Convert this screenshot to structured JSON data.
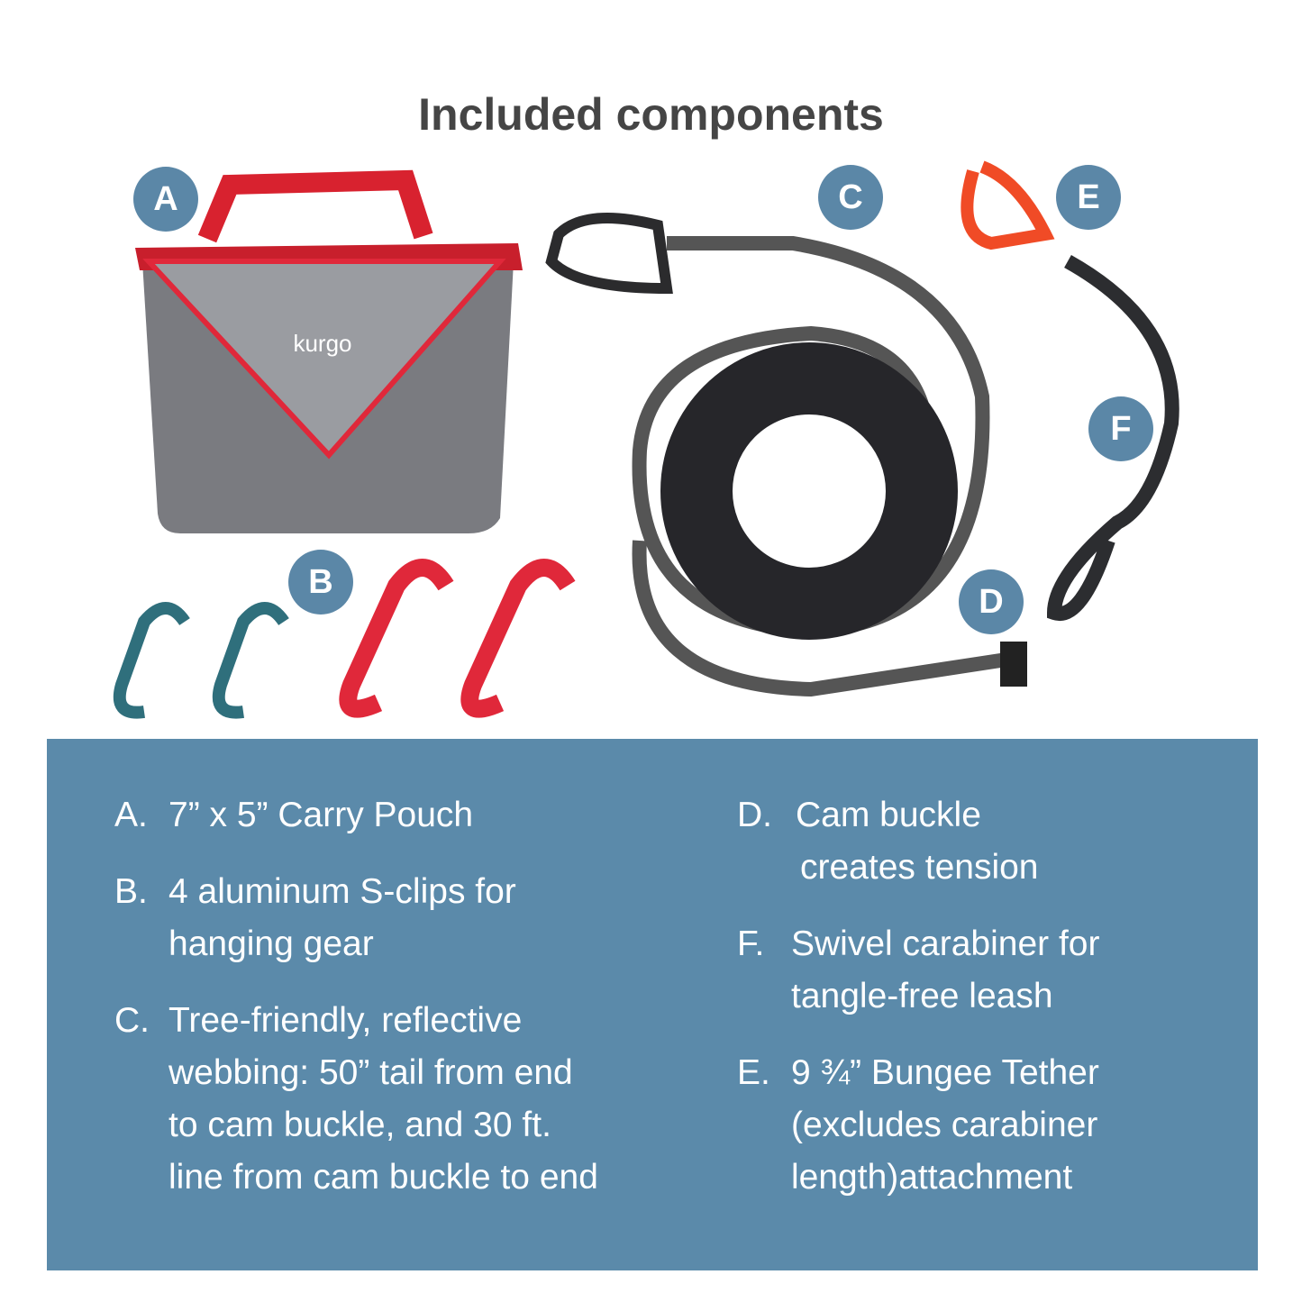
{
  "title": "Included components",
  "badges": [
    "A",
    "B",
    "C",
    "D",
    "E",
    "F"
  ],
  "brand_logo_text": "kurgo",
  "colors": {
    "panel": "#5b8aaa",
    "badge": "#5b87a7",
    "accent_red": "#e0283a",
    "teal": "#2f6f7c"
  },
  "items": [
    {
      "letter": "A.",
      "lines": [
        "7” x 5” Carry Pouch"
      ]
    },
    {
      "letter": "B.",
      "lines": [
        "4 aluminum S-clips for",
        "hanging gear"
      ]
    },
    {
      "letter": "C.",
      "lines": [
        "Tree-friendly, reflective",
        "webbing: 50” tail from end",
        "to cam buckle, and 30 ft.",
        "line from cam buckle to end"
      ]
    },
    {
      "letter": "D.",
      "lines": [
        "Cam buckle",
        "creates tension"
      ]
    },
    {
      "letter": "F.",
      "lines": [
        "Swivel carabiner for",
        "tangle-free leash"
      ]
    },
    {
      "letter": "E.",
      "lines": [
        "9 ¾” Bungee Tether",
        "(excludes carabiner",
        "length)attachment"
      ]
    }
  ]
}
